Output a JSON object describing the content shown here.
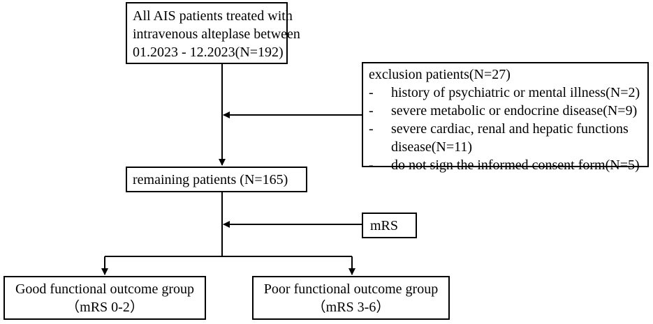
{
  "start": {
    "lines": [
      "All AIS patients treated with",
      "intravenous alteplase between",
      "01.2023 - 12.2023(N=192)"
    ]
  },
  "exclusion": {
    "title": "exclusion patients(N=27)",
    "items": [
      "history of psychiatric or mental illness(N=2)",
      "severe metabolic or endocrine disease(N=9)",
      "severe cardiac, renal and hepatic functions disease(N=11)",
      "do not sign the informed consent form(N=5)"
    ],
    "bullet": "-"
  },
  "remaining": {
    "label": "remaining  patients (N=165)"
  },
  "assessment": {
    "label": "mRS"
  },
  "outcomes": {
    "good": {
      "title": "Good functional outcome group",
      "subtitle": "（mRS 0-2）"
    },
    "poor": {
      "title": "Poor functional outcome group",
      "subtitle": "（mRS 3-6）"
    }
  }
}
